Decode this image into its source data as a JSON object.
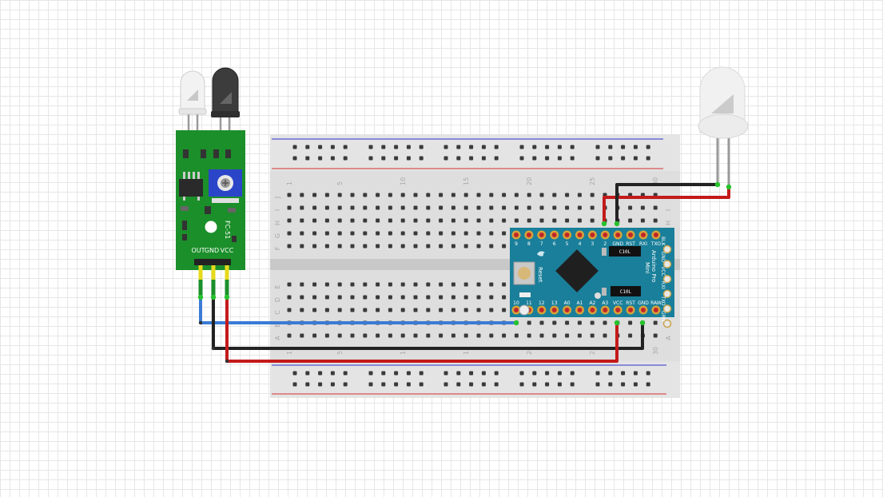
{
  "colors": {
    "wire_blue": "#3a7bd5",
    "wire_black": "#222222",
    "wire_red": "#c41a1a",
    "module_green": "#1b8f2a",
    "arduino_teal": "#1a7f9a",
    "breadboard": "#dedede",
    "rail_red": "#d93030",
    "rail_blue": "#3030d0",
    "pot_blue": "#2b45c9"
  },
  "breadboard": {
    "column_numbers": [
      "1",
      "5",
      "10",
      "15",
      "20",
      "25",
      "30"
    ],
    "rows_top": [
      "J",
      "I",
      "H",
      "G",
      "F"
    ],
    "rows_bottom": [
      "E",
      "D",
      "C",
      "B",
      "A"
    ]
  },
  "sensor_module": {
    "model": "FC-51",
    "pins": [
      "OUT",
      "GND",
      "VCC"
    ]
  },
  "arduino": {
    "name_line1": "Arduino Pro",
    "name_line2": "Mini",
    "reset_label": "Reset",
    "chip_label": "C10L",
    "top_pins": [
      "9",
      "8",
      "7",
      "6",
      "5",
      "4",
      "3",
      "2",
      "GND",
      "RST",
      "RXI",
      "TXO"
    ],
    "bottom_pins": [
      "10",
      "11",
      "12",
      "13",
      "A0",
      "A1",
      "A2",
      "A3",
      "VCC",
      "RST",
      "GND",
      "RAW"
    ],
    "side_pins": [
      "BLK",
      "GND",
      "VCC",
      "RXI",
      "TXO",
      "GRN"
    ]
  },
  "components": {
    "ir_emitter": "IR LED (clear)",
    "ir_receiver": "IR photodiode (dark)",
    "led": "LED (clear)"
  }
}
